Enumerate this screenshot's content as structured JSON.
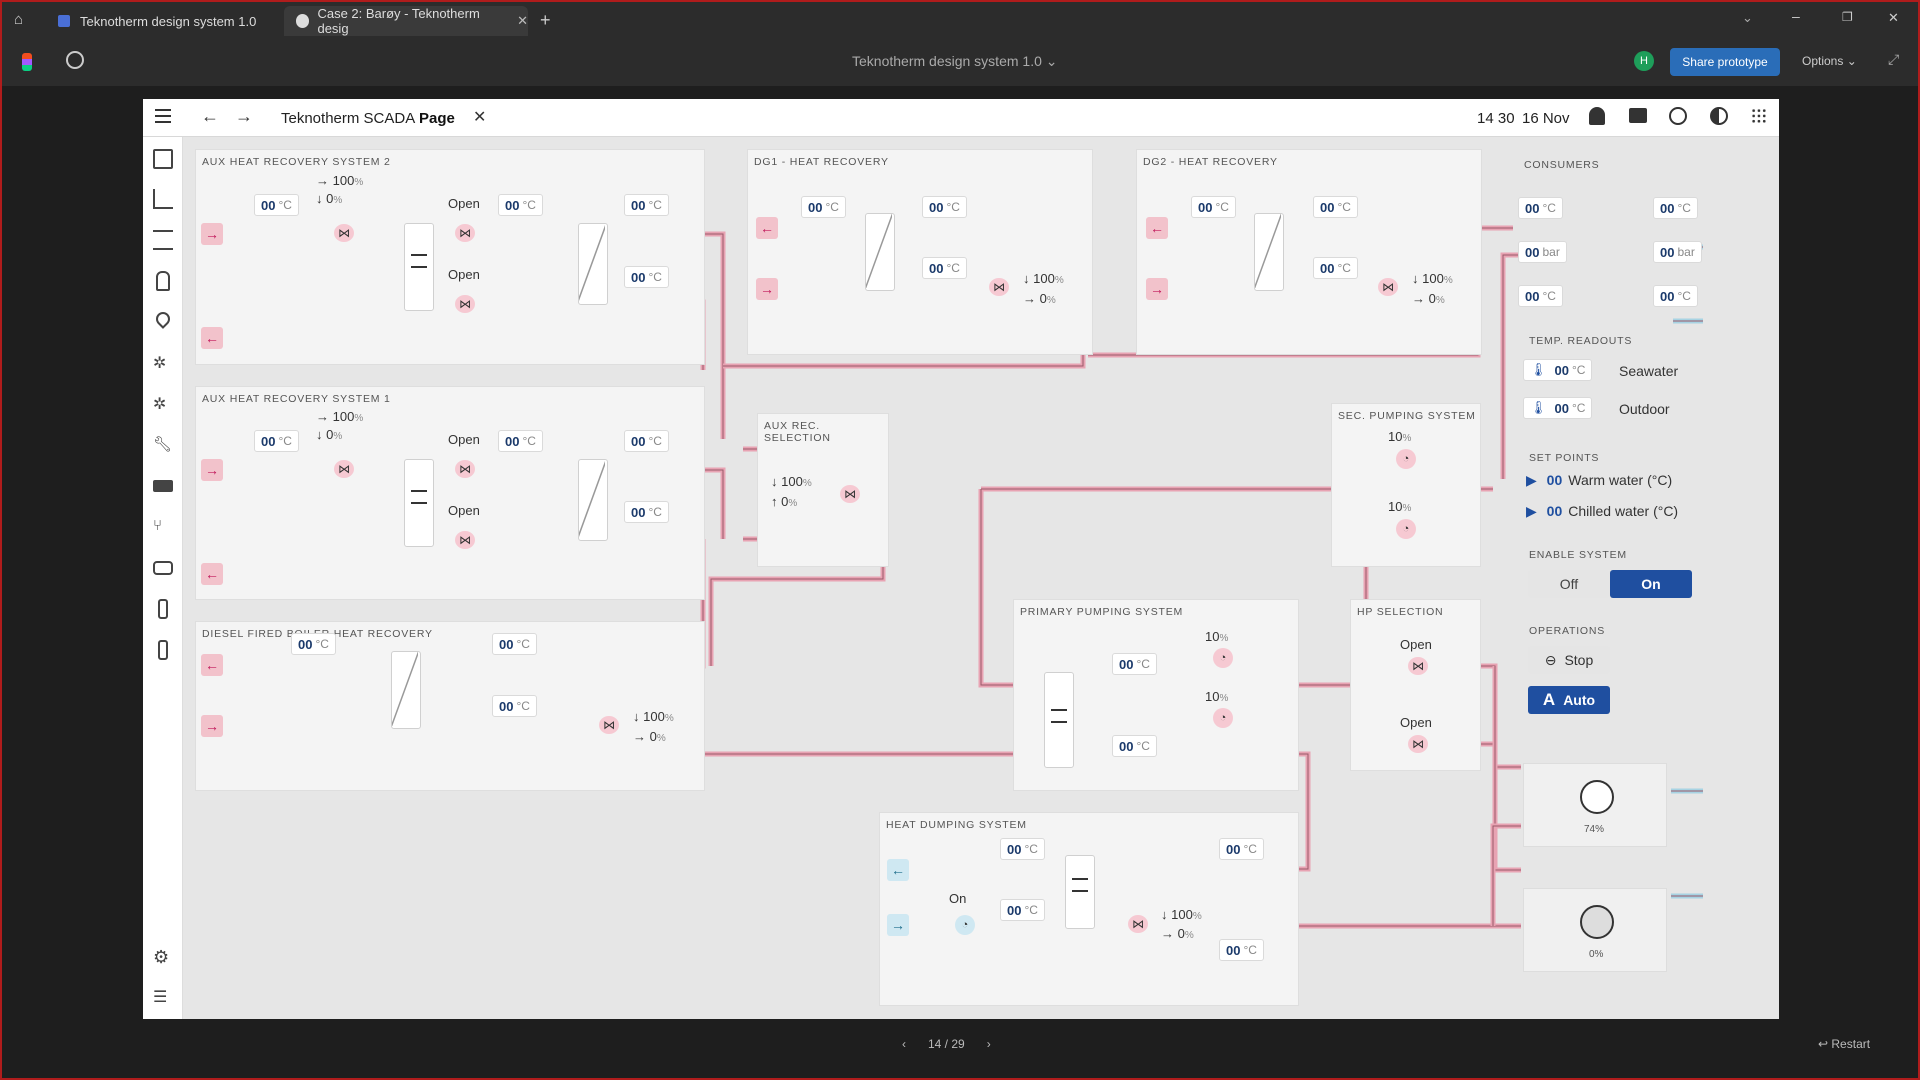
{
  "browser": {
    "tab1": "Teknotherm design system 1.0",
    "tab2": "Case 2: Barøy - Teknotherm desig"
  },
  "figma": {
    "file_title": "Teknotherm design system 1.0",
    "avatar": "H",
    "share": "Share prototype",
    "options": "Options"
  },
  "header": {
    "app": "Teknotherm SCADA",
    "page": "Page",
    "time": "14 30",
    "date": "16 Nov"
  },
  "t": "00",
  "deg": "°C",
  "bar": "bar",
  "open": "Open",
  "pct100": "100",
  "pct0": "0",
  "pct10": "10",
  "pctsym": "%",
  "panels": {
    "aux2": "AUX HEAT RECOVERY SYSTEM 2",
    "aux1": "AUX HEAT RECOVERY SYSTEM 1",
    "diesel": "DIESEL FIRED BOILER HEAT RECOVERY",
    "dg1": "DG1 - HEAT RECOVERY",
    "dg2": "DG2 - HEAT RECOVERY",
    "auxsel": "AUX REC. SELECTION",
    "sec": "SEC. PUMPING SYSTEM",
    "primary": "PRIMARY PUMPING SYSTEM",
    "hp": "HP SELECTION",
    "dump": "HEAT DUMPING SYSTEM"
  },
  "dump_on": "On",
  "consumers": {
    "title": "CONSUMERS",
    "temp_title": "TEMP. READOUTS",
    "seawater": "Seawater",
    "outdoor": "Outdoor",
    "setpoints_title": "SET POINTS",
    "warm": "Warm water (°C)",
    "chilled": "Chilled water (°C)",
    "enable_title": "ENABLE SYSTEM",
    "off": "Off",
    "on": "On",
    "ops_title": "OPERATIONS",
    "stop": "Stop",
    "auto": "Auto",
    "fan1_pct": "74%",
    "fan2_pct": "0%"
  },
  "pager": {
    "page": "14 / 29",
    "restart": "Restart"
  },
  "colors": {
    "pipe_hot": "#e8a3b3",
    "pipe_cold": "#a7d3e3",
    "accent": "#1f4fa0",
    "share": "#2a6db8"
  },
  "icons": [
    "home-icon",
    "menu-icon",
    "back-arrow-icon",
    "forward-arrow-icon",
    "bell-icon",
    "chat-icon",
    "user-icon",
    "theme-icon",
    "apps-grid-icon",
    "settings-icon"
  ]
}
